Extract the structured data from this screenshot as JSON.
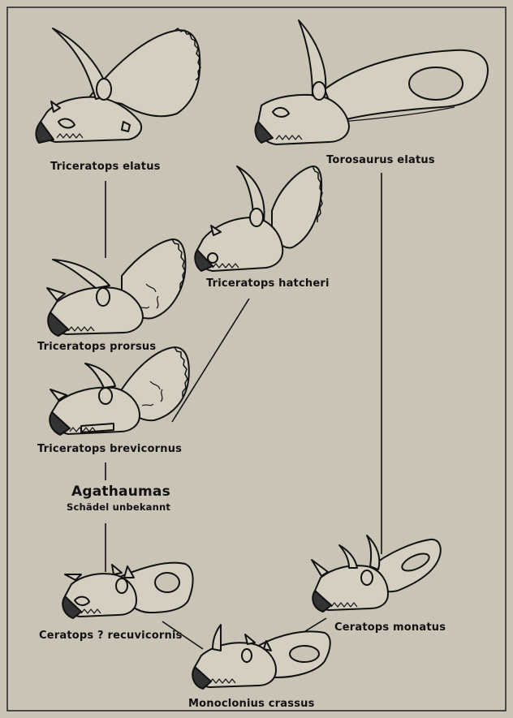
{
  "labels": {
    "triceratops_elatus": "Triceratops elatus",
    "torosaurus_elatus": "Torosaurus elatus",
    "triceratops_hatcheri": "Triceratops hatcheri",
    "triceratops_prorsus": "Triceratops prorsus",
    "triceratops_brevicornus": "Triceratops brevicornus",
    "agathaumas": "Agathaumas",
    "agathaumas_note": "Schädel unbekannt",
    "ceratops_recuvicornis": "Ceratops ? recuvicornis",
    "ceratops_monatus": "Ceratops monatus",
    "monoclonius_crassus": "Monoclonius crassus"
  },
  "skulls": [
    {
      "name": "Triceratops elatus",
      "icon": "ceratopsian-skull-icon"
    },
    {
      "name": "Torosaurus elatus",
      "icon": "ceratopsian-skull-icon"
    },
    {
      "name": "Triceratops hatcheri",
      "icon": "ceratopsian-skull-icon"
    },
    {
      "name": "Triceratops prorsus",
      "icon": "ceratopsian-skull-icon"
    },
    {
      "name": "Triceratops brevicornus",
      "icon": "ceratopsian-skull-icon"
    },
    {
      "name": "Ceratops ? recuvicornis",
      "icon": "ceratopsian-skull-icon"
    },
    {
      "name": "Ceratops monatus",
      "icon": "ceratopsian-skull-icon"
    },
    {
      "name": "Monoclonius crassus",
      "icon": "ceratopsian-skull-icon"
    }
  ],
  "colors": {
    "paper": "#c9c4b6",
    "ink": "#111111"
  }
}
